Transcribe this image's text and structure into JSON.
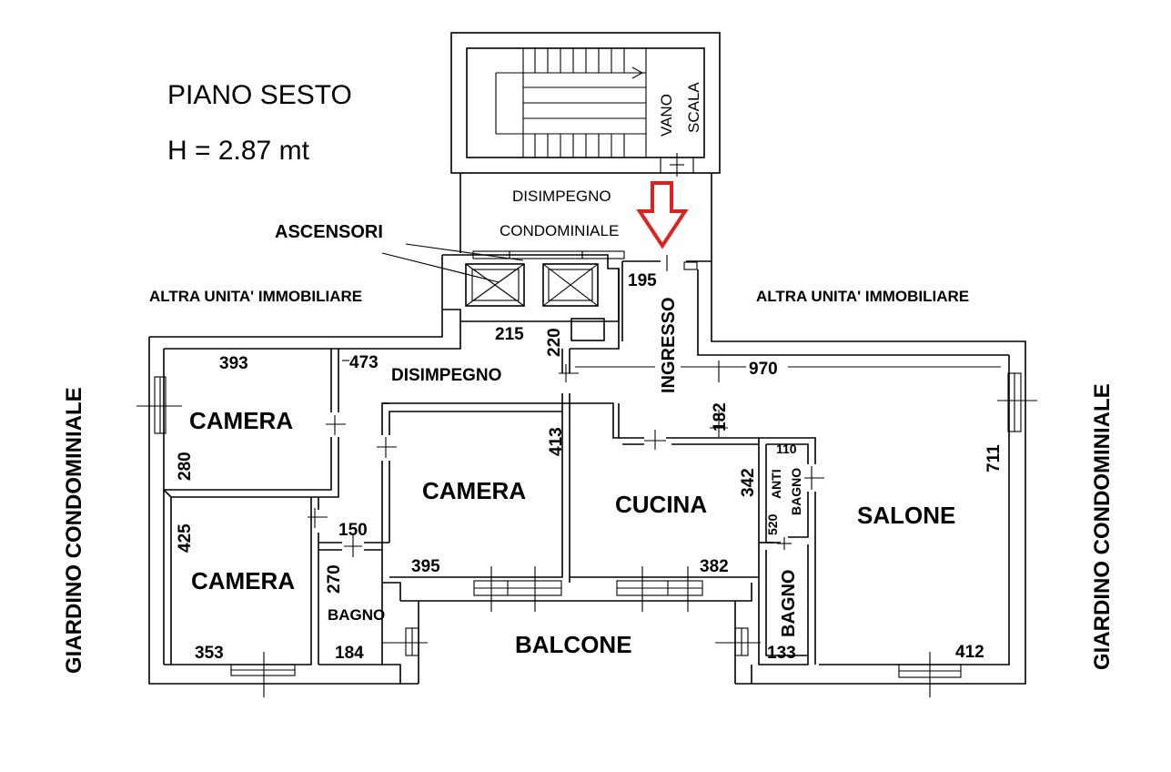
{
  "header": {
    "title": "PIANO SESTO",
    "height": "H = 2.87 mt"
  },
  "labels": {
    "stair_1": "VANO",
    "stair_2": "SCALA",
    "hall_1": "DISIMPEGNO",
    "hall_2": "CONDOMINIALE",
    "elevators": "ASCENSORI",
    "other_unit_left": "ALTRA UNITA' IMMOBILIARE",
    "other_unit_right": "ALTRA UNITA' IMMOBILIARE",
    "garden_left": "GIARDINO CONDOMINIALE",
    "garden_right": "GIARDINO CONDOMINIALE",
    "entrance": "INGRESSO",
    "corridor": "DISIMPEGNO",
    "camera_top_left": "CAMERA",
    "camera_bottom_left": "CAMERA",
    "camera_center": "CAMERA",
    "kitchen": "CUCINA",
    "living": "SALONE",
    "antibagno_1": "ANTI",
    "antibagno_2": "BAGNO",
    "bath_left": "BAGNO",
    "bath_right": "BAGNO",
    "balcony": "BALCONE"
  },
  "dimensions": {
    "d195": "195",
    "d215": "215",
    "d220": "220",
    "d393": "393",
    "d473": "473",
    "d970": "970",
    "d182": "182",
    "d280": "280",
    "d413": "413",
    "d342": "342",
    "d110": "110",
    "d520": "520",
    "d711": "711",
    "d425": "425",
    "d150": "150",
    "d270": "270",
    "d395": "395",
    "d382": "382",
    "d353": "353",
    "d184": "184",
    "d133": "133",
    "d412": "412"
  },
  "colors": {
    "arrow": "#e0201e",
    "lines": "#000000"
  }
}
